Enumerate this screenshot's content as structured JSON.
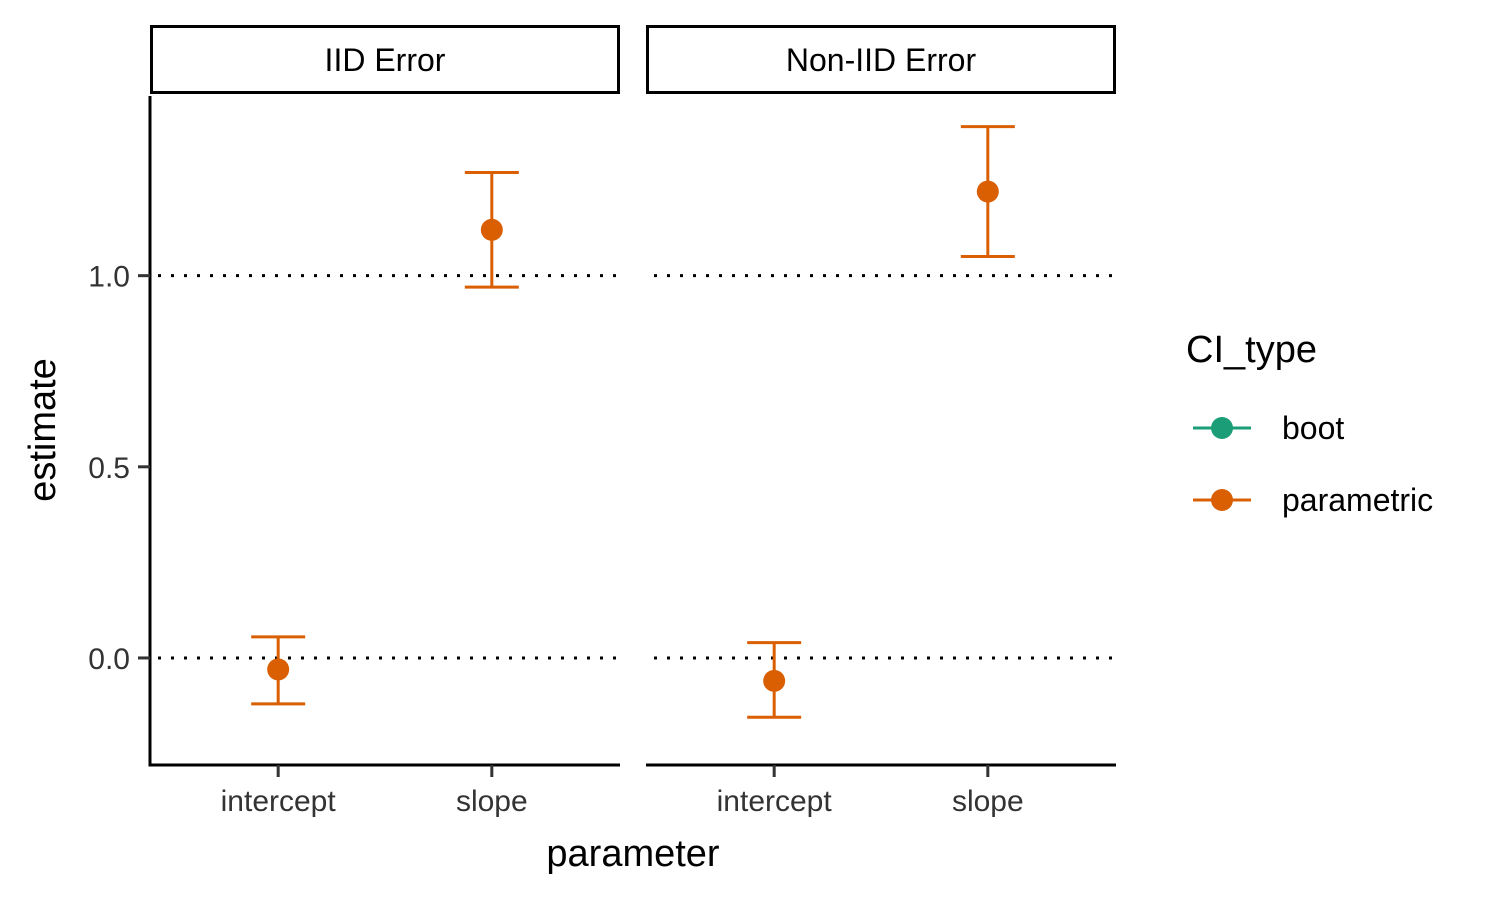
{
  "chart_data": {
    "type": "scatter",
    "subtype": "point-errorbar-faceted",
    "xlabel": "parameter",
    "ylabel": "estimate",
    "categories": [
      "intercept",
      "slope"
    ],
    "ylim": [
      -0.28,
      1.47
    ],
    "yticks": [
      0.0,
      0.5,
      1.0
    ],
    "ytick_labels": [
      "0.0",
      "0.5",
      "1.0"
    ],
    "reference_lines": [
      0,
      1
    ],
    "grid": false,
    "legend": {
      "title": "CI_type",
      "position": "right",
      "entries": [
        {
          "name": "boot",
          "color": "#1b9e77"
        },
        {
          "name": "parametric",
          "color": "#d95f02"
        }
      ]
    },
    "facets": [
      {
        "label": "IID Error",
        "points": [
          {
            "category": "intercept",
            "series": "parametric",
            "estimate": -0.03,
            "lower": -0.12,
            "upper": 0.055
          },
          {
            "category": "slope",
            "series": "parametric",
            "estimate": 1.12,
            "lower": 0.97,
            "upper": 1.27
          }
        ]
      },
      {
        "label": "Non-IID Error",
        "points": [
          {
            "category": "intercept",
            "series": "parametric",
            "estimate": -0.06,
            "lower": -0.155,
            "upper": 0.04
          },
          {
            "category": "slope",
            "series": "parametric",
            "estimate": 1.22,
            "lower": 1.05,
            "upper": 1.39
          }
        ]
      }
    ]
  }
}
